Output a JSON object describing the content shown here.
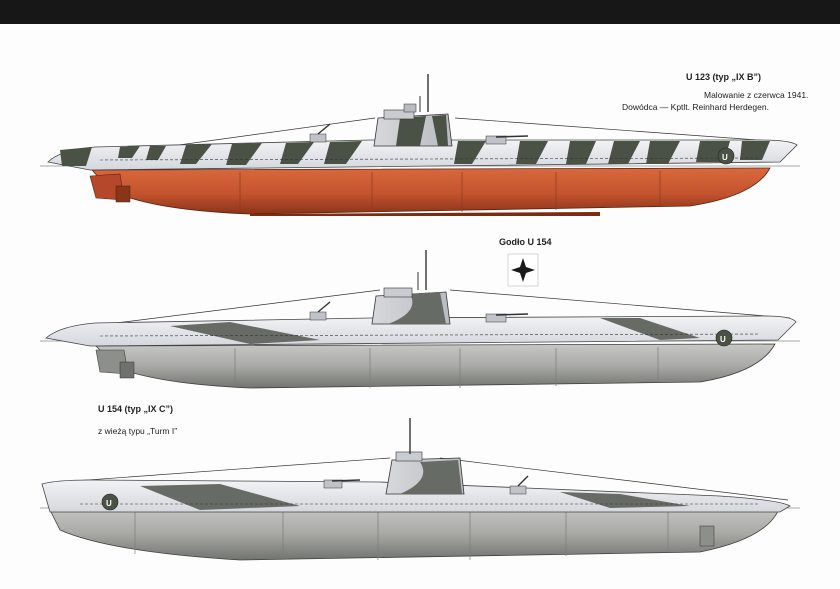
{
  "plates": [
    {
      "title": "U 123 (typ „IX B”)",
      "lines": [
        "Malowanie z czerwca 1941.",
        "Dowódca — Kptlt. Reinhard Herdegen."
      ]
    },
    {
      "title": "U 154 (typ „IX C”)",
      "lines": [
        "z wieżą typu „Turm I”"
      ]
    }
  ],
  "emblem": {
    "title": "Godło U 154"
  },
  "colors": {
    "top_bar": "#171717",
    "hull_red": "#c4542e",
    "hull_grey": "#a9aaa6",
    "camo_light": "#e6e8ec",
    "camo_dark": "#4a5246",
    "deck_dark": "#666b66"
  },
  "icons": [
    "star-emblem-icon",
    "deck-gun-icon",
    "periscope-icon"
  ]
}
